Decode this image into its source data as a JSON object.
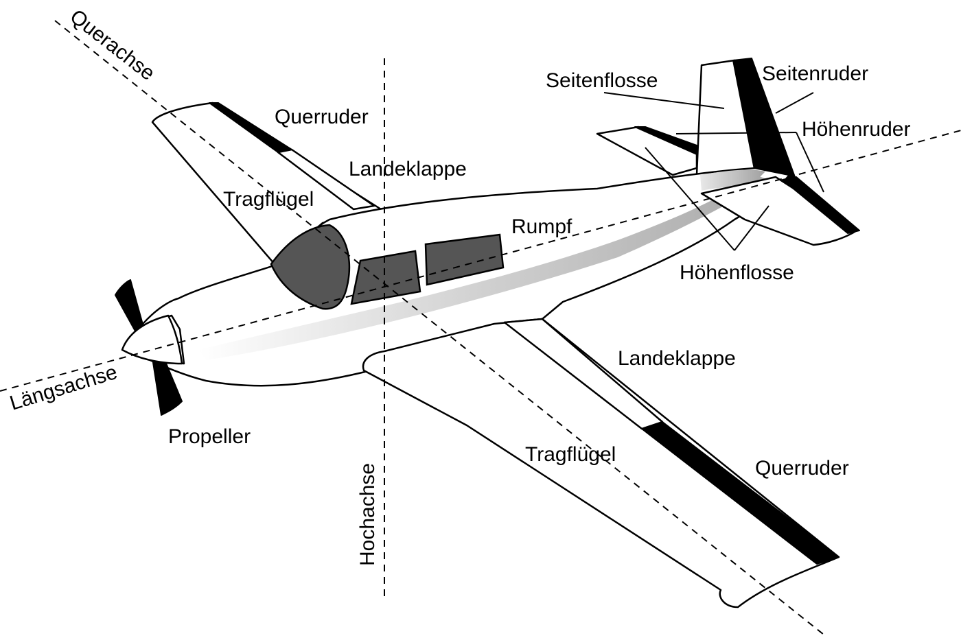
{
  "labels": {
    "querachse": "Querachse",
    "laengsachse": "Längsachse",
    "hochachse": "Hochachse",
    "querruder_top": "Querruder",
    "landeklappe_top": "Landeklappe",
    "tragfluegel_top": "Tragflügel",
    "rumpf": "Rumpf",
    "seitenflosse": "Seitenflosse",
    "seitenruder": "Seitenruder",
    "hoehenruder": "Höhenruder",
    "hoehenflosse": "Höhenflosse",
    "landeklappe_bottom": "Landeklappe",
    "tragfluegel_bottom": "Tragflügel",
    "querruder_bottom": "Querruder",
    "propeller": "Propeller"
  },
  "colors": {
    "ink": "#000000",
    "paper": "#ffffff",
    "glass": "#555555",
    "fuselage_shade": "#b8b8b8"
  }
}
